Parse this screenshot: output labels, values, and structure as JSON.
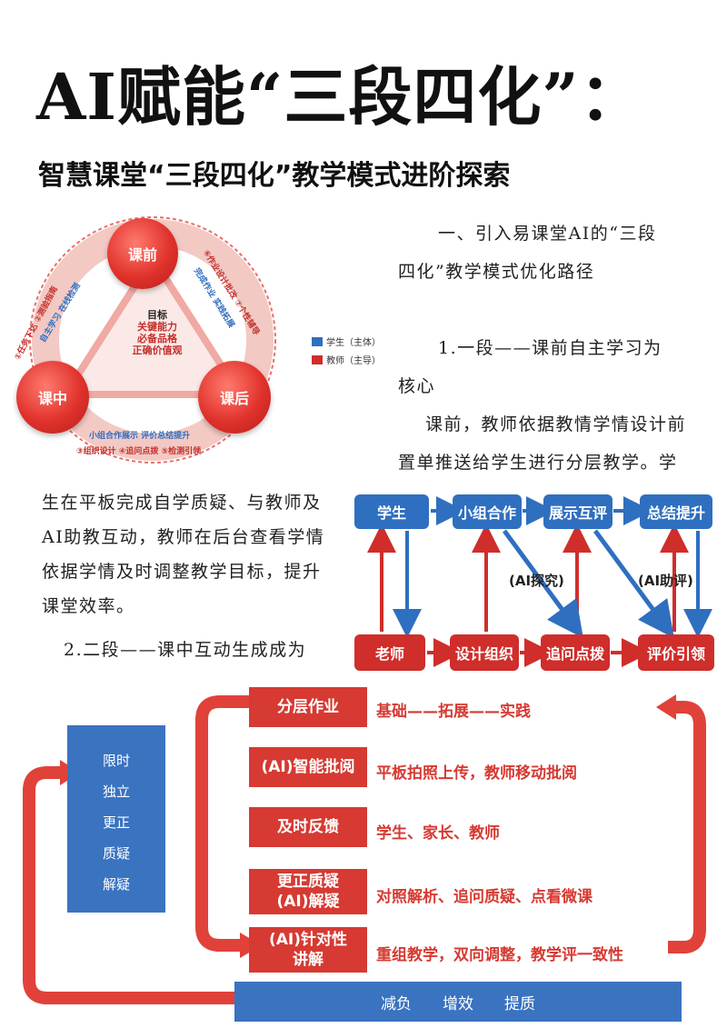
{
  "title": "AI赋能“三段四化”：",
  "subtitle": "智慧课堂“三段四化”教学模式进阶探索",
  "section": {
    "heading_line1": "一、引入易课堂AI的“三段",
    "heading_line2": "四化”教学模式优化路径",
    "point1_line1": "1.一段——课前自主学习为",
    "point1_line2": "核心",
    "para_lines": [
      "课前，教师依据教情学情设计前",
      "置单推送给学生进行分层教学。学"
    ],
    "para2_lines": [
      "生在平板完成自学质疑、与教师及",
      "AI助教互动，教师在后台查看学情",
      "依据学情及时调整教学目标，提升",
      "课堂效率。"
    ],
    "point2": "2.二段——课中互动生成成为"
  },
  "cycle": {
    "nodes": [
      "课前",
      "课中",
      "课后"
    ],
    "center": [
      "目标",
      "关键能力",
      "必备品格",
      "正确价值观"
    ],
    "left_outer": "①任务下达 ②测验指南",
    "left_inner": "自主学习 在线检测",
    "right_outer": "⑥作业设计批改 ⑦个性辅导",
    "right_inner": "完成作业 实践拓展",
    "bottom_inner": "小组合作展示 评价总结提升",
    "bottom_outer": "③组织设计 ④追问点拨 ⑤检测引领",
    "legend": [
      {
        "label": "学生（主体）",
        "color": "#2f6fc0"
      },
      {
        "label": "教师（主导）",
        "color": "#cf2e2b"
      }
    ]
  },
  "flow": {
    "top": [
      "学生",
      "小组合作",
      "展示互评",
      "总结提升"
    ],
    "bottom": [
      "老师",
      "设计组织",
      "追问点拨",
      "评价引领"
    ],
    "label_left": "(AI探究)",
    "label_right": "(AI助评)"
  },
  "homework": {
    "side": [
      "限时",
      "独立",
      "更正",
      "质疑",
      "解疑"
    ],
    "rows": [
      {
        "label": "分层作业",
        "text": "基础——拓展——实践"
      },
      {
        "label": "(AI)智能批阅",
        "text": "平板拍照上传，教师移动批阅"
      },
      {
        "label": "及时反馈",
        "text": "学生、家长、教师"
      },
      {
        "label_line1": "更正质疑",
        "label_line2": "(AI)解疑",
        "text": "对照解析、追问质疑、点看微课"
      },
      {
        "label_line1": "(AI)针对性",
        "label_line2": "讲解",
        "text": "重组教学，双向调整，教学评一致性"
      }
    ],
    "bottom_bar": [
      "减负",
      "增效",
      "提质"
    ]
  }
}
